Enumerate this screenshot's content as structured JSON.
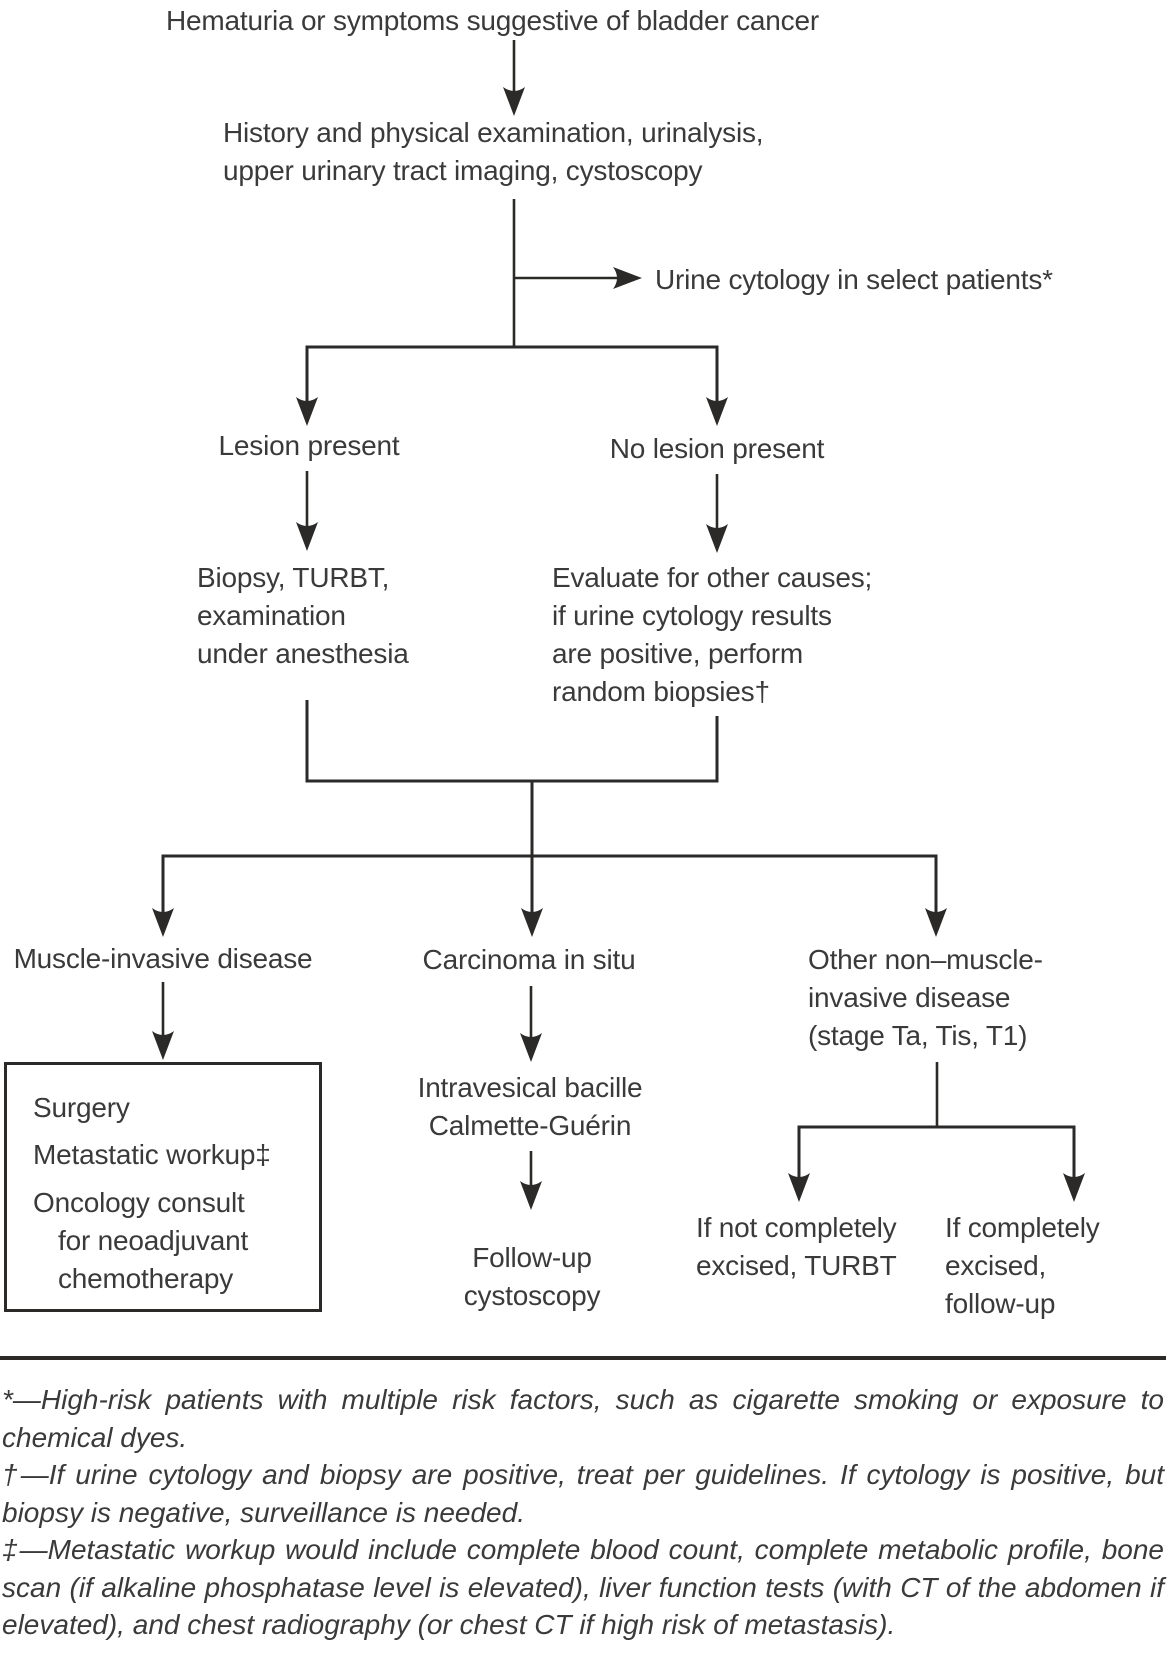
{
  "figure": {
    "title": "Hematuria or symptoms suggestive of bladder cancer",
    "nodes": {
      "workup": {
        "line1": "History and physical examination, urinalysis,",
        "line2": "upper urinary tract imaging, cystoscopy"
      },
      "urine_cytology": "Urine cytology in select patients*",
      "lesion_present": "Lesion present",
      "no_lesion_present": "No lesion present",
      "biopsy": {
        "line1": "Biopsy, TURBT,",
        "line2": "examination",
        "line3": "under anesthesia"
      },
      "evaluate": {
        "line1": "Evaluate for other causes;",
        "line2": "if urine cytology results",
        "line3": "are positive, perform",
        "line4": "random biopsies†"
      },
      "muscle_invasive": "Muscle-invasive disease",
      "carcinoma_in_situ": "Carcinoma in situ",
      "other_non_muscle": {
        "line1": "Other non–muscle-",
        "line2": "invasive disease",
        "line3": "(stage Ta, Tis, T1)"
      },
      "surgery_box": {
        "line1": "Surgery",
        "line2": "Metastatic workup‡",
        "line3": "Oncology consult",
        "line4": "for neoadjuvant",
        "line5": "chemotherapy"
      },
      "bcg": {
        "line1": "Intravesical bacille",
        "line2": "Calmette-Guérin"
      },
      "followup_cystoscopy": {
        "line1": "Follow-up",
        "line2": "cystoscopy"
      },
      "not_completely_excised": {
        "line1": "If not completely",
        "line2": "excised, TURBT"
      },
      "completely_excised": {
        "line1": "If completely",
        "line2": "excised,",
        "line3": "follow-up"
      }
    },
    "footnotes": {
      "asterisk": "*—High-risk patients with multiple risk factors, such as cigarette smoking or exposure to chemical dyes.",
      "dagger": "†—If urine cytology and biopsy are positive, treat per guidelines. If cytology is positive, but biopsy is negative, surveillance is needed.",
      "double_dagger": "‡—Metastatic workup would include complete blood count, complete metabolic profile, bone scan (if alkaline phosphatase level is elevated), liver function tests (with CT of the abdomen if elevated), and chest radiography (or chest CT if high risk of metastasis)."
    },
    "colors": {
      "line": "#2b2a29",
      "text": "#3a3a3a",
      "background": "#ffffff"
    }
  }
}
